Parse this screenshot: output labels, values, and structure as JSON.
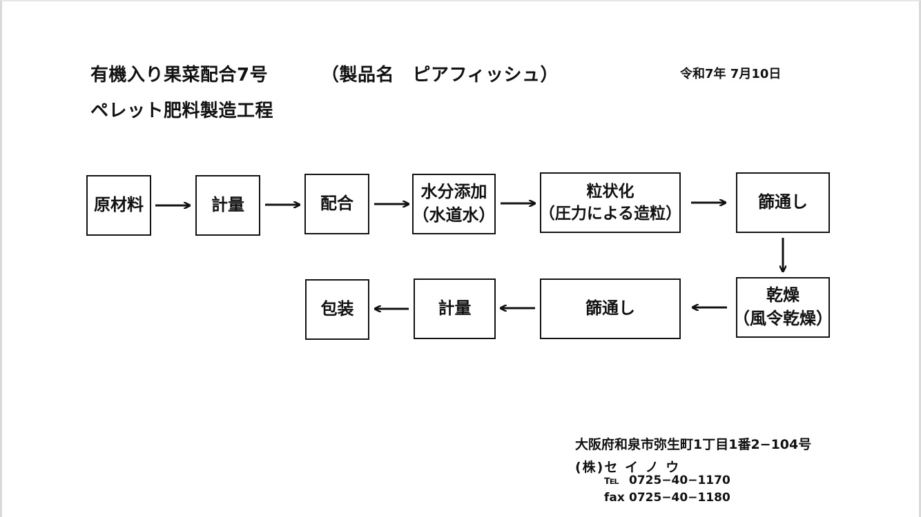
{
  "header": {
    "title_line1": "有機入り果菜配合7号",
    "product_name": "（製品名　ピアフィッシュ）",
    "title_line2": "ペレット肥料製造工程",
    "date": "令和7年 7月10日"
  },
  "flow": {
    "row1": [
      {
        "lines": [
          "原材料"
        ]
      },
      {
        "lines": [
          "計量"
        ]
      },
      {
        "lines": [
          "配合"
        ]
      },
      {
        "lines": [
          "水分添加",
          "（水道水）"
        ]
      },
      {
        "lines": [
          "粒状化",
          "（圧力による造粒）"
        ]
      },
      {
        "lines": [
          "篩通し"
        ]
      }
    ],
    "row2": [
      {
        "lines": [
          "乾燥",
          "（風令乾燥）"
        ]
      },
      {
        "lines": [
          "篩通し"
        ]
      },
      {
        "lines": [
          "計量"
        ]
      },
      {
        "lines": [
          "包装"
        ]
      }
    ]
  },
  "contact": {
    "address": "大阪府和泉市弥生町1丁目1番2−104号",
    "company": "(株)セ イ ノ ウ",
    "tel_label": "℡",
    "tel": "0725−40−1170",
    "fax_label": "fax",
    "fax": "0725−40−1180"
  }
}
